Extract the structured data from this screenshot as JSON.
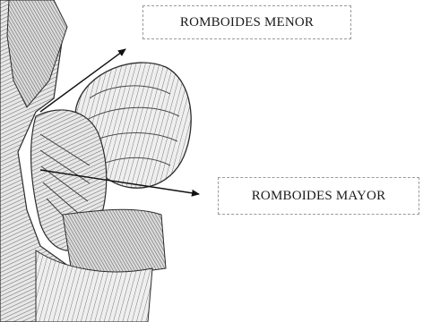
{
  "labels": {
    "menor": "ROMBOIDES MENOR",
    "mayor": "ROMBOIDES MAYOR"
  },
  "colors": {
    "background": "#ffffff",
    "illustration_ink": "#2b2b2b",
    "arrow": "#111111",
    "box_border": "#9a9a9a"
  },
  "illustration": {
    "subject": "anatomical engraving of the back and shoulder musculature"
  }
}
